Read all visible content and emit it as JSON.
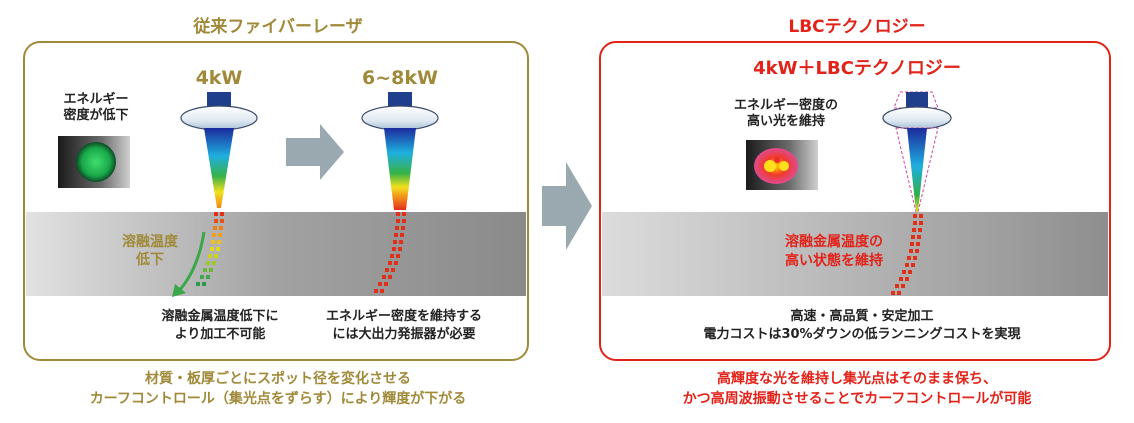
{
  "left": {
    "title": "従来ファイバーレーザ",
    "power_a": "4kW",
    "power_b": "6~8kW",
    "energy_label": [
      "エネルギー",
      "密度が低下"
    ],
    "temp_label": [
      "溶融温度",
      "低下"
    ],
    "caption_a": [
      "溶融金属温度低下に",
      "より加工不可能"
    ],
    "caption_b": [
      "エネルギー密度を維持する",
      "には大出力発振器が必要"
    ],
    "footer": [
      "材質・板厚ごとにスポット径を変化させる",
      "カーフコントロール（集光点をずらす）により輝度が下がる"
    ]
  },
  "right": {
    "title": "LBCテクノロジー",
    "subtitle": "4kW＋LBCテクノロジー",
    "energy_label": [
      "エネルギー密度の",
      "高い光を維持"
    ],
    "temp_label": [
      "溶融金属温度の",
      "高い状態を維持"
    ],
    "caption": [
      "高速・高品質・安定加工",
      "電力コストは30%ダウンの低ランニングコストを実現"
    ],
    "footer": [
      "高輝度な光を維持し集光点はそのまま保ち、",
      "かつ高周波振動させることでカーフコントロールが可能"
    ]
  },
  "colors": {
    "left_accent": "#a08a3a",
    "right_accent": "#e2231a",
    "metal_gray": "#a9a9a9",
    "arrow_gray": "#9aa8b0",
    "lens_blue": "#1f3e8c"
  },
  "icons": {
    "between_panels": "chevron-right-arrow-icon",
    "between_lasers": "chevron-right-arrow-icon",
    "temp_drop": "curved-arrow-icon"
  }
}
